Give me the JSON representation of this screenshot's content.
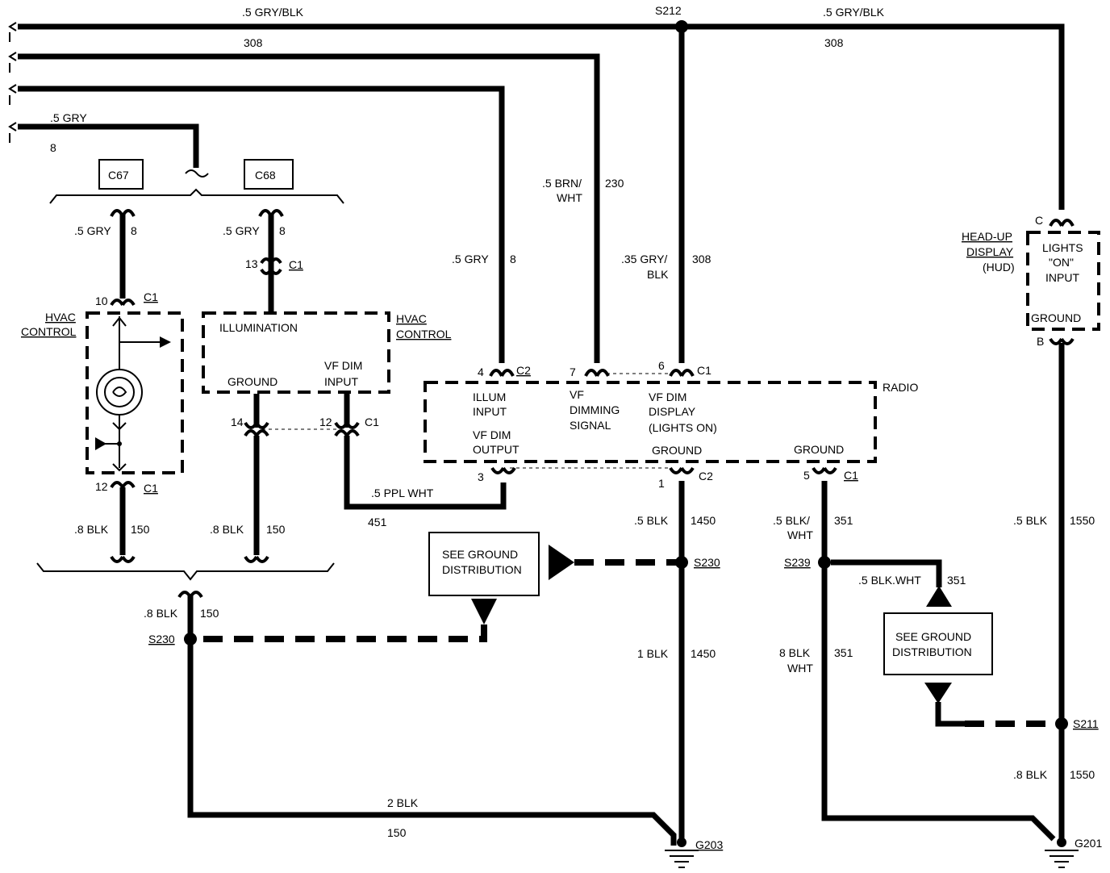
{
  "wires": {
    "top_left_gauge": ".5 GRY/BLK",
    "top_left_circuit": "308",
    "top_right_gauge": ".5 GRY/BLK",
    "top_right_circuit": "308",
    "gry_feed_gauge": ".5 GRY",
    "gry_feed_circuit": "8",
    "c67_gauge": ".5 GRY",
    "c67_circuit": "8",
    "c68_gauge": ".5 GRY",
    "c68_circuit": "8",
    "radio_gry_gauge": ".5 GRY",
    "radio_gry_circuit": "8",
    "brn_gauge_l1": ".5 BRN/",
    "brn_gauge_l2": "WHT",
    "brn_circuit": "230",
    "gryblk_gauge_l1": ".35 GRY/",
    "gryblk_gauge_l2": "BLK",
    "gryblk_circuit": "308",
    "ppl_gauge": ".5 PPL WHT",
    "ppl_circuit": "451",
    "hvac1_blk_gauge": ".8 BLK",
    "hvac1_blk_circuit": "150",
    "hvac2_blk_gauge": ".8 BLK",
    "hvac2_blk_circuit": "150",
    "merge_blk_gauge": ".8 BLK",
    "merge_blk_circuit": "150",
    "bottom_blk_gauge": "2 BLK",
    "bottom_blk_circuit": "150",
    "radio_gnd_gauge": ".5 BLK",
    "radio_gnd_circuit": "1450",
    "radio_gnd2_gauge": "1 BLK",
    "radio_gnd2_circuit": "1450",
    "blkwht_gauge_l1": ".5 BLK/",
    "blkwht_gauge_l2": "WHT",
    "blkwht_circuit": "351",
    "blkwht_branch_gauge": ".5 BLK.WHT",
    "blkwht_branch_circuit": "351",
    "blkwht2_gauge_l1": "8 BLK",
    "blkwht2_gauge_l2": "WHT",
    "blkwht2_circuit": "351",
    "hud_blk_gauge": ".5 BLK",
    "hud_blk_circuit": "1550",
    "hud_blk2_gauge": ".8 BLK",
    "hud_blk2_circuit": "1550"
  },
  "splices": {
    "s212": "S212",
    "s230_left": "S230",
    "s230_right": "S230",
    "s239": "S239",
    "s211": "S211"
  },
  "grounds": {
    "g203": "G203",
    "g201": "G201"
  },
  "connectors": {
    "c67": "C67",
    "c68": "C68"
  },
  "hvac_left": {
    "title_l1": "HVAC",
    "title_l2": "CONTROL",
    "pin_top": "10",
    "conn_top": "C1",
    "pin_bottom": "12",
    "conn_bottom": "C1"
  },
  "hvac_right": {
    "title_l1": "HVAC",
    "title_l2": "CONTROL",
    "illumination": "ILLUMINATION",
    "ground": "GROUND",
    "vf_dim_l1": "VF DIM",
    "vf_dim_l2": "INPUT",
    "pin_top": "13",
    "conn_top": "C1",
    "pin_gnd": "14",
    "pin_vf": "12",
    "conn_vf": "C1"
  },
  "radio": {
    "title": "RADIO",
    "illum_l1": "ILLUM",
    "illum_l2": "INPUT",
    "vf_dim_out_l1": "VF DIM",
    "vf_dim_out_l2": "OUTPUT",
    "vf_dimming_l1": "VF",
    "vf_dimming_l2": "DIMMING",
    "vf_dimming_l3": "SIGNAL",
    "vf_display_l1": "VF DIM",
    "vf_display_l2": "DISPLAY",
    "vf_display_l3": "(LIGHTS ON)",
    "ground1": "GROUND",
    "ground2": "GROUND",
    "pin4": "4",
    "conn_c2_top": "C2",
    "pin7": "7",
    "pin6": "6",
    "conn_c1_top": "C1",
    "pin3": "3",
    "pin1": "1",
    "conn_c2_bottom": "C2",
    "pin5": "5",
    "conn_c1_bottom": "C1"
  },
  "hud": {
    "title_l1": "HEAD-UP",
    "title_l2": "DISPLAY",
    "title_l3": "(HUD)",
    "lights_l1": "LIGHTS",
    "lights_l2": "\"ON\"",
    "lights_l3": "INPUT",
    "ground": "GROUND",
    "pin_c": "C",
    "pin_b": "B"
  },
  "ground_dist_1": {
    "line1": "SEE GROUND",
    "line2": "DISTRIBUTION"
  },
  "ground_dist_2": {
    "line1": "SEE GROUND",
    "line2": "DISTRIBUTION"
  }
}
